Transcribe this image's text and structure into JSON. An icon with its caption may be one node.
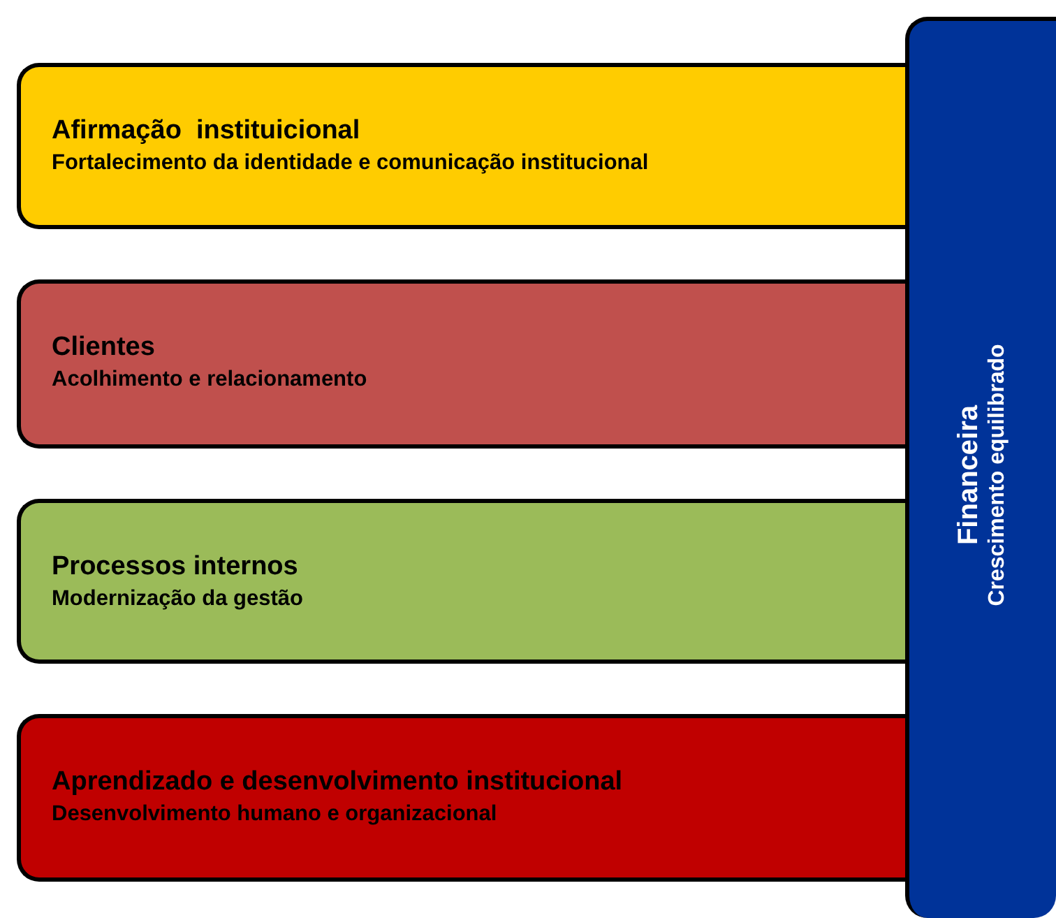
{
  "diagram": {
    "nodes": [
      {
        "text": [
          "Afirmação  instituicional",
          "Fortalecimento da identidade e comunicação institucional"
        ]
      },
      {
        "text": [
          "Clientes",
          "Acolhimento e relacionamento"
        ]
      },
      {
        "text": [
          "Processos internos",
          "Modernização da gestão"
        ]
      },
      {
        "text": [
          "Aprendizado e desenvolvimento institucional",
          "Desenvolvimento humano e organizacional"
        ]
      },
      {
        "text": [
          "Financeira",
          "Crescimento equilibrado"
        ]
      }
    ]
  }
}
